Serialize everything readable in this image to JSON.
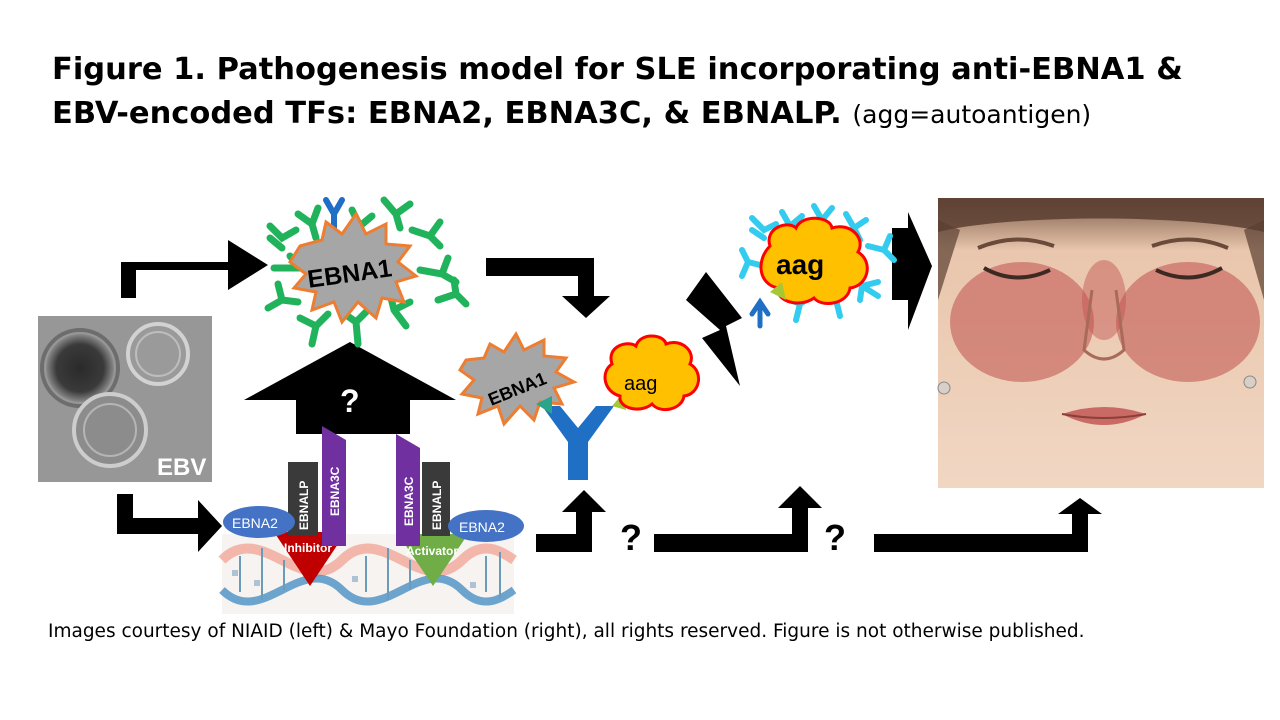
{
  "title": {
    "line1": "Figure 1. Pathogenesis model for SLE incorporating anti-EBNA1 &",
    "line2": "EBV-encoded TFs: EBNA2, EBNA3C, & EBNALP.",
    "note": "(agg=autoantigen)"
  },
  "labels": {
    "ebv": "EBV",
    "ebna1_top": "EBNA1",
    "ebna1_mid": "EBNA1",
    "aag_mid": "aag",
    "aag_top": "aag",
    "question_up": "?",
    "question_1": "?",
    "question_2": "?",
    "ebna2_left": "EBNA2",
    "ebna2_right": "EBNA2",
    "ebnalp_left": "EBNALP",
    "ebna3c_left": "EBNA3C",
    "ebna3c_right": "EBNA3C",
    "ebnalp_right": "EBNALP",
    "inhibitor": "Inhibitor",
    "activator": "Activator"
  },
  "colors": {
    "ebna1_burst": "#a6a6a6",
    "burst_outline": "#ed7d31",
    "aag_fill": "#ffc000",
    "aag_outline": "#ff0000",
    "antibody_green": "#21b35b",
    "antibody_cyan": "#33ccee",
    "antibody_blue": "#1f6fc5",
    "ebna2_oval": "#4472c4",
    "ebna3c_bar": "#7030a0",
    "ebnalp_bar": "#3a3a3a",
    "inhibitor": "#c00000",
    "activator": "#70ad47"
  },
  "caption": "Images courtesy of NIAID (left) & Mayo Foundation (right), all rights reserved. Figure is not otherwise published."
}
